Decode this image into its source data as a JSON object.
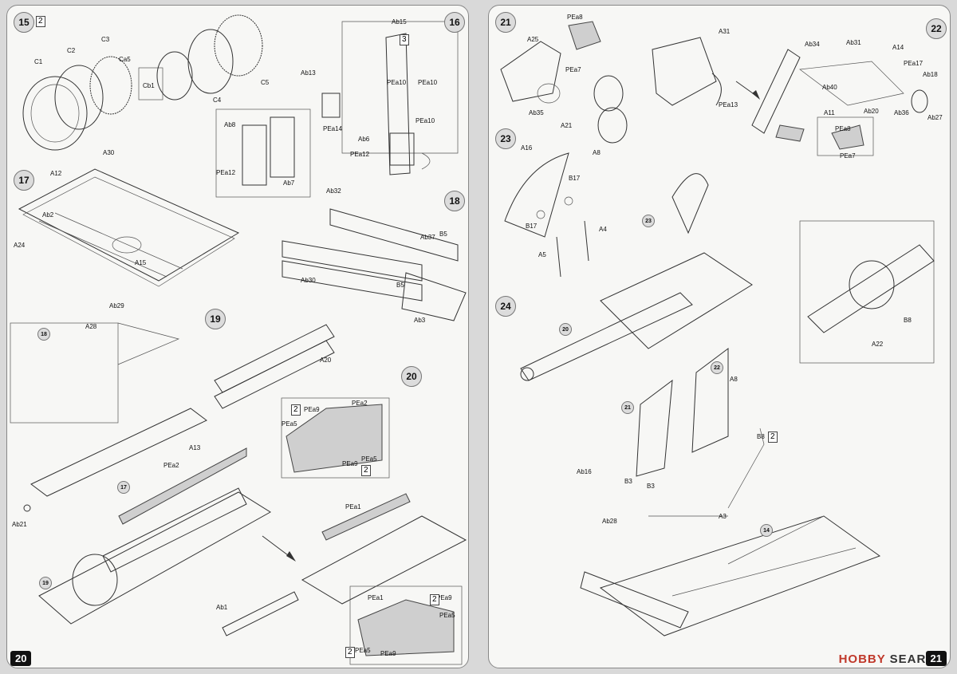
{
  "left": {
    "page_number": "20",
    "steps": [
      {
        "num": "15",
        "qty": "2",
        "parts": [
          "C1",
          "C2",
          "C3",
          "Ca5",
          "Cb1",
          "C4",
          "C5"
        ]
      },
      {
        "num": "16",
        "qty": "3",
        "parts": [
          "Ab15",
          "Ab13",
          "PEa10",
          "PEa10",
          "PEa10",
          "PEa14",
          "Ab6",
          "PEa12",
          "Ab8",
          "PEa12",
          "Ab7"
        ]
      },
      {
        "num": "17",
        "parts": [
          "A12",
          "A30",
          "Ab2",
          "A24",
          "A15",
          "Ab29"
        ]
      },
      {
        "num": "18",
        "parts": [
          "Ab32",
          "Ab37",
          "B5",
          "B5",
          "Ab30",
          "Ab3"
        ]
      },
      {
        "num": "19",
        "parts": [
          "A28",
          "A20",
          "A13",
          "Ab21"
        ]
      },
      {
        "num": "20",
        "parts": [
          "PEa9",
          "PEa2",
          "PEa5",
          "PEa9",
          "PEa5",
          "PEa2",
          "PEa1",
          "Ab1",
          "PEa1",
          "PEa9",
          "PEa5",
          "PEa5",
          "PEa9"
        ]
      }
    ],
    "refs": [
      "18",
      "17",
      "19"
    ],
    "qty_badges": [
      "2",
      "2",
      "2",
      "2"
    ]
  },
  "right": {
    "page_number": "21",
    "watermark_brand": "HOBBY",
    "watermark_rest": "SEARCH",
    "steps": [
      {
        "num": "21",
        "parts": [
          "PEa8",
          "A25",
          "PEa7",
          "Ab35",
          "A21",
          "A8"
        ]
      },
      {
        "num": "22",
        "parts": [
          "A31",
          "PEa13",
          "Ab34",
          "Ab31",
          "A14",
          "PEa17",
          "Ab18",
          "Ab40",
          "A11",
          "Ab20",
          "Ab36",
          "Ab27",
          "PEa8",
          "PEa7"
        ]
      },
      {
        "num": "23",
        "parts": [
          "A16",
          "B17",
          "B17",
          "A4",
          "A5"
        ]
      },
      {
        "num": "24",
        "parts": [
          "B8",
          "A22",
          "A8",
          "Ab16",
          "B3",
          "B3",
          "Ab28",
          "A3",
          "B8"
        ]
      }
    ],
    "refs": [
      "23",
      "20",
      "22",
      "21",
      "14"
    ],
    "qty_badges": [
      "2"
    ]
  }
}
